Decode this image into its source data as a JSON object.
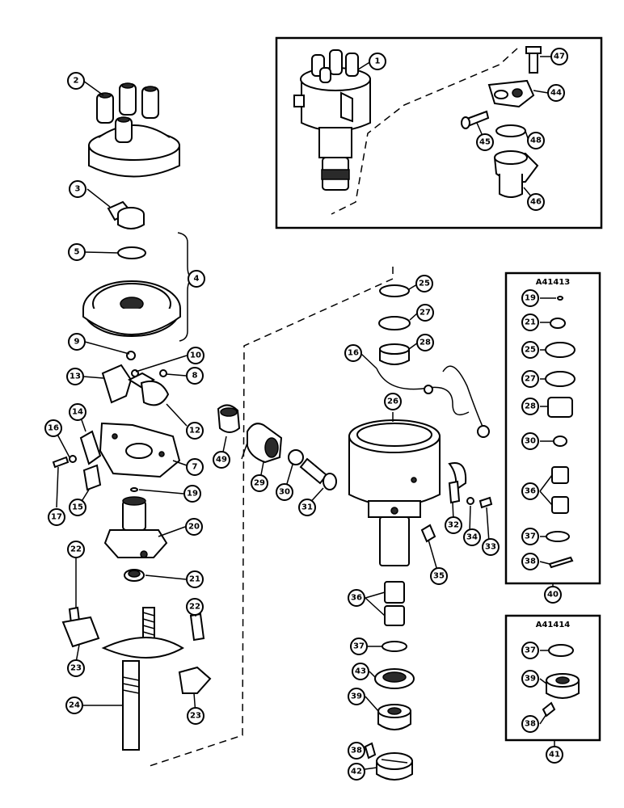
{
  "kits": [
    {
      "label": "A41413"
    },
    {
      "label": "A41414"
    }
  ],
  "callouts": {
    "c1": "1",
    "c2": "2",
    "c3": "3",
    "c4": "4",
    "c5": "5",
    "c7": "7",
    "c8": "8",
    "c9": "9",
    "c10": "10",
    "c12": "12",
    "c13": "13",
    "c14": "14",
    "c15": "15",
    "c16": "16",
    "c16b": "16",
    "c17": "17",
    "c19": "19",
    "c19k": "19",
    "c20": "20",
    "c21": "21",
    "c21k": "21",
    "c22": "22",
    "c22b": "22",
    "c23": "23",
    "c23b": "23",
    "c24": "24",
    "c25": "25",
    "c25k": "25",
    "c26": "26",
    "c27": "27",
    "c27k": "27",
    "c28": "28",
    "c28k": "28",
    "c29": "29",
    "c30": "30",
    "c30k": "30",
    "c31": "31",
    "c32": "32",
    "c33": "33",
    "c34": "34",
    "c35": "35",
    "c36": "36",
    "c36k": "36",
    "c37": "37",
    "c37k": "37",
    "c37k2": "37",
    "c38": "38",
    "c38k": "38",
    "c38k2": "38",
    "c39": "39",
    "c39k": "39",
    "c40": "40",
    "c41": "41",
    "c42": "42",
    "c43": "43",
    "c44": "44",
    "c45": "45",
    "c46": "46",
    "c47": "47",
    "c48": "48",
    "c49": "49"
  }
}
